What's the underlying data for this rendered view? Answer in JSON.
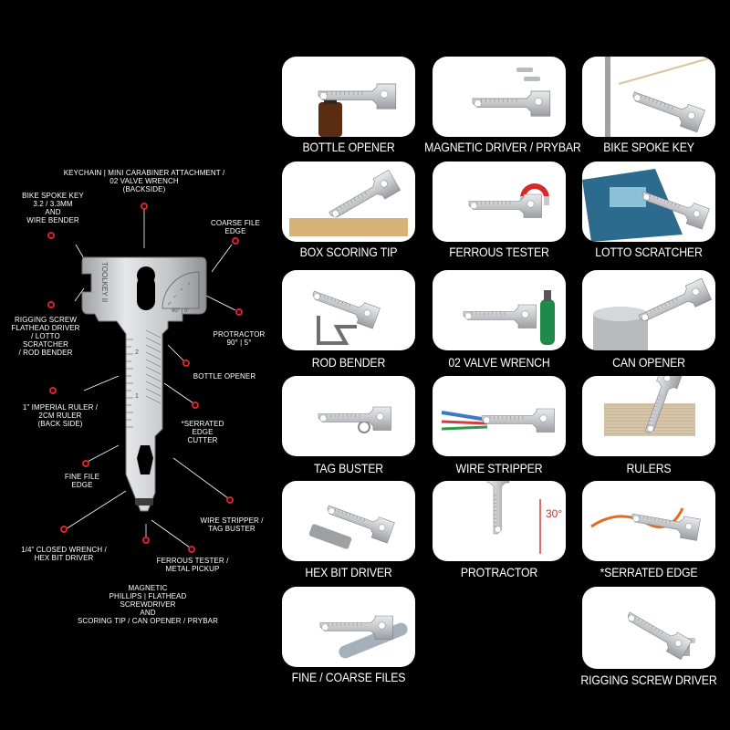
{
  "diagram": {
    "tool_engravings": {
      "brand": "TOOLKEY II",
      "protractor_mark": "90° | 5°",
      "ruler_marks": [
        "2",
        "1"
      ]
    },
    "callouts": {
      "keychain": "KEYCHAIN | MINI CARABINER ATTACHMENT /\n02 VALVE WRENCH\n(BACKSIDE)",
      "bike_spoke": "BIKE SPOKE KEY\n3.2 / 3.3mm\nAND\nWIRE BENDER",
      "coarse_file": "COARSE FILE\nEDGE",
      "rigging": "RIGGING SCREW\nFLATHEAD DRIVER\n/ LOTTO SCRATCHER\n/ ROD BENDER",
      "protractor": "PROTRACTOR\n90° | 5°",
      "bottle_opener": "BOTTLE OPENER",
      "ruler": "1\" IMPERIAL RULER /\n2cm RULER\n(BACK SIDE)",
      "serrated": "*SERRATED\nEDGE\nCUTTER",
      "fine_file": "FINE FILE\nEDGE",
      "wire_stripper": "WIRE STRIPPER /\nTAG BUSTER",
      "closed_wrench": "1/4\" CLOSED WRENCH /\nHEX BIT DRIVER",
      "ferrous": "FERROUS TESTER /\nMETAL PICKUP",
      "magnetic": "MAGNETIC\nPHILLIPS | FLATHEAD\nSCREWDRIVER\nAND\nSCORING TIP / CAN OPENER / PRYBAR"
    }
  },
  "features": [
    {
      "label": "BOTTLE OPENER",
      "icon": "bottle-opener-photo"
    },
    {
      "label": "MAGNETIC DRIVER / PRYBAR",
      "icon": "magnetic-driver-photo"
    },
    {
      "label": "BIKE SPOKE KEY",
      "icon": "bike-spoke-photo"
    },
    {
      "label": "BOX SCORING TIP",
      "icon": "box-scoring-photo"
    },
    {
      "label": "FERROUS TESTER",
      "icon": "ferrous-tester-photo"
    },
    {
      "label": "LOTTO SCRATCHER",
      "icon": "lotto-scratcher-photo"
    },
    {
      "label": "ROD BENDER",
      "icon": "rod-bender-photo"
    },
    {
      "label": "02 VALVE WRENCH",
      "icon": "valve-wrench-photo"
    },
    {
      "label": "CAN OPENER",
      "icon": "can-opener-photo"
    },
    {
      "label": "TAG BUSTER",
      "icon": "tag-buster-photo"
    },
    {
      "label": "WIRE STRIPPER",
      "icon": "wire-stripper-photo"
    },
    {
      "label": "RULERS",
      "icon": "rulers-photo"
    },
    {
      "label": "HEX BIT DRIVER",
      "icon": "hex-bit-photo"
    },
    {
      "label": "PROTRACTOR",
      "icon": "protractor-photo",
      "angle": "30°"
    },
    {
      "label": "*SERRATED EDGE",
      "icon": "serrated-edge-photo"
    },
    {
      "label": "FINE / COARSE FILES",
      "icon": "files-photo"
    },
    {
      "label": "RIGGING SCREW DRIVER",
      "icon": "rigging-screw-photo"
    }
  ],
  "colors": {
    "background": "#000000",
    "callout_dot": "#d9232d",
    "steel": "#c9cbce",
    "tile": "#ffffff"
  }
}
